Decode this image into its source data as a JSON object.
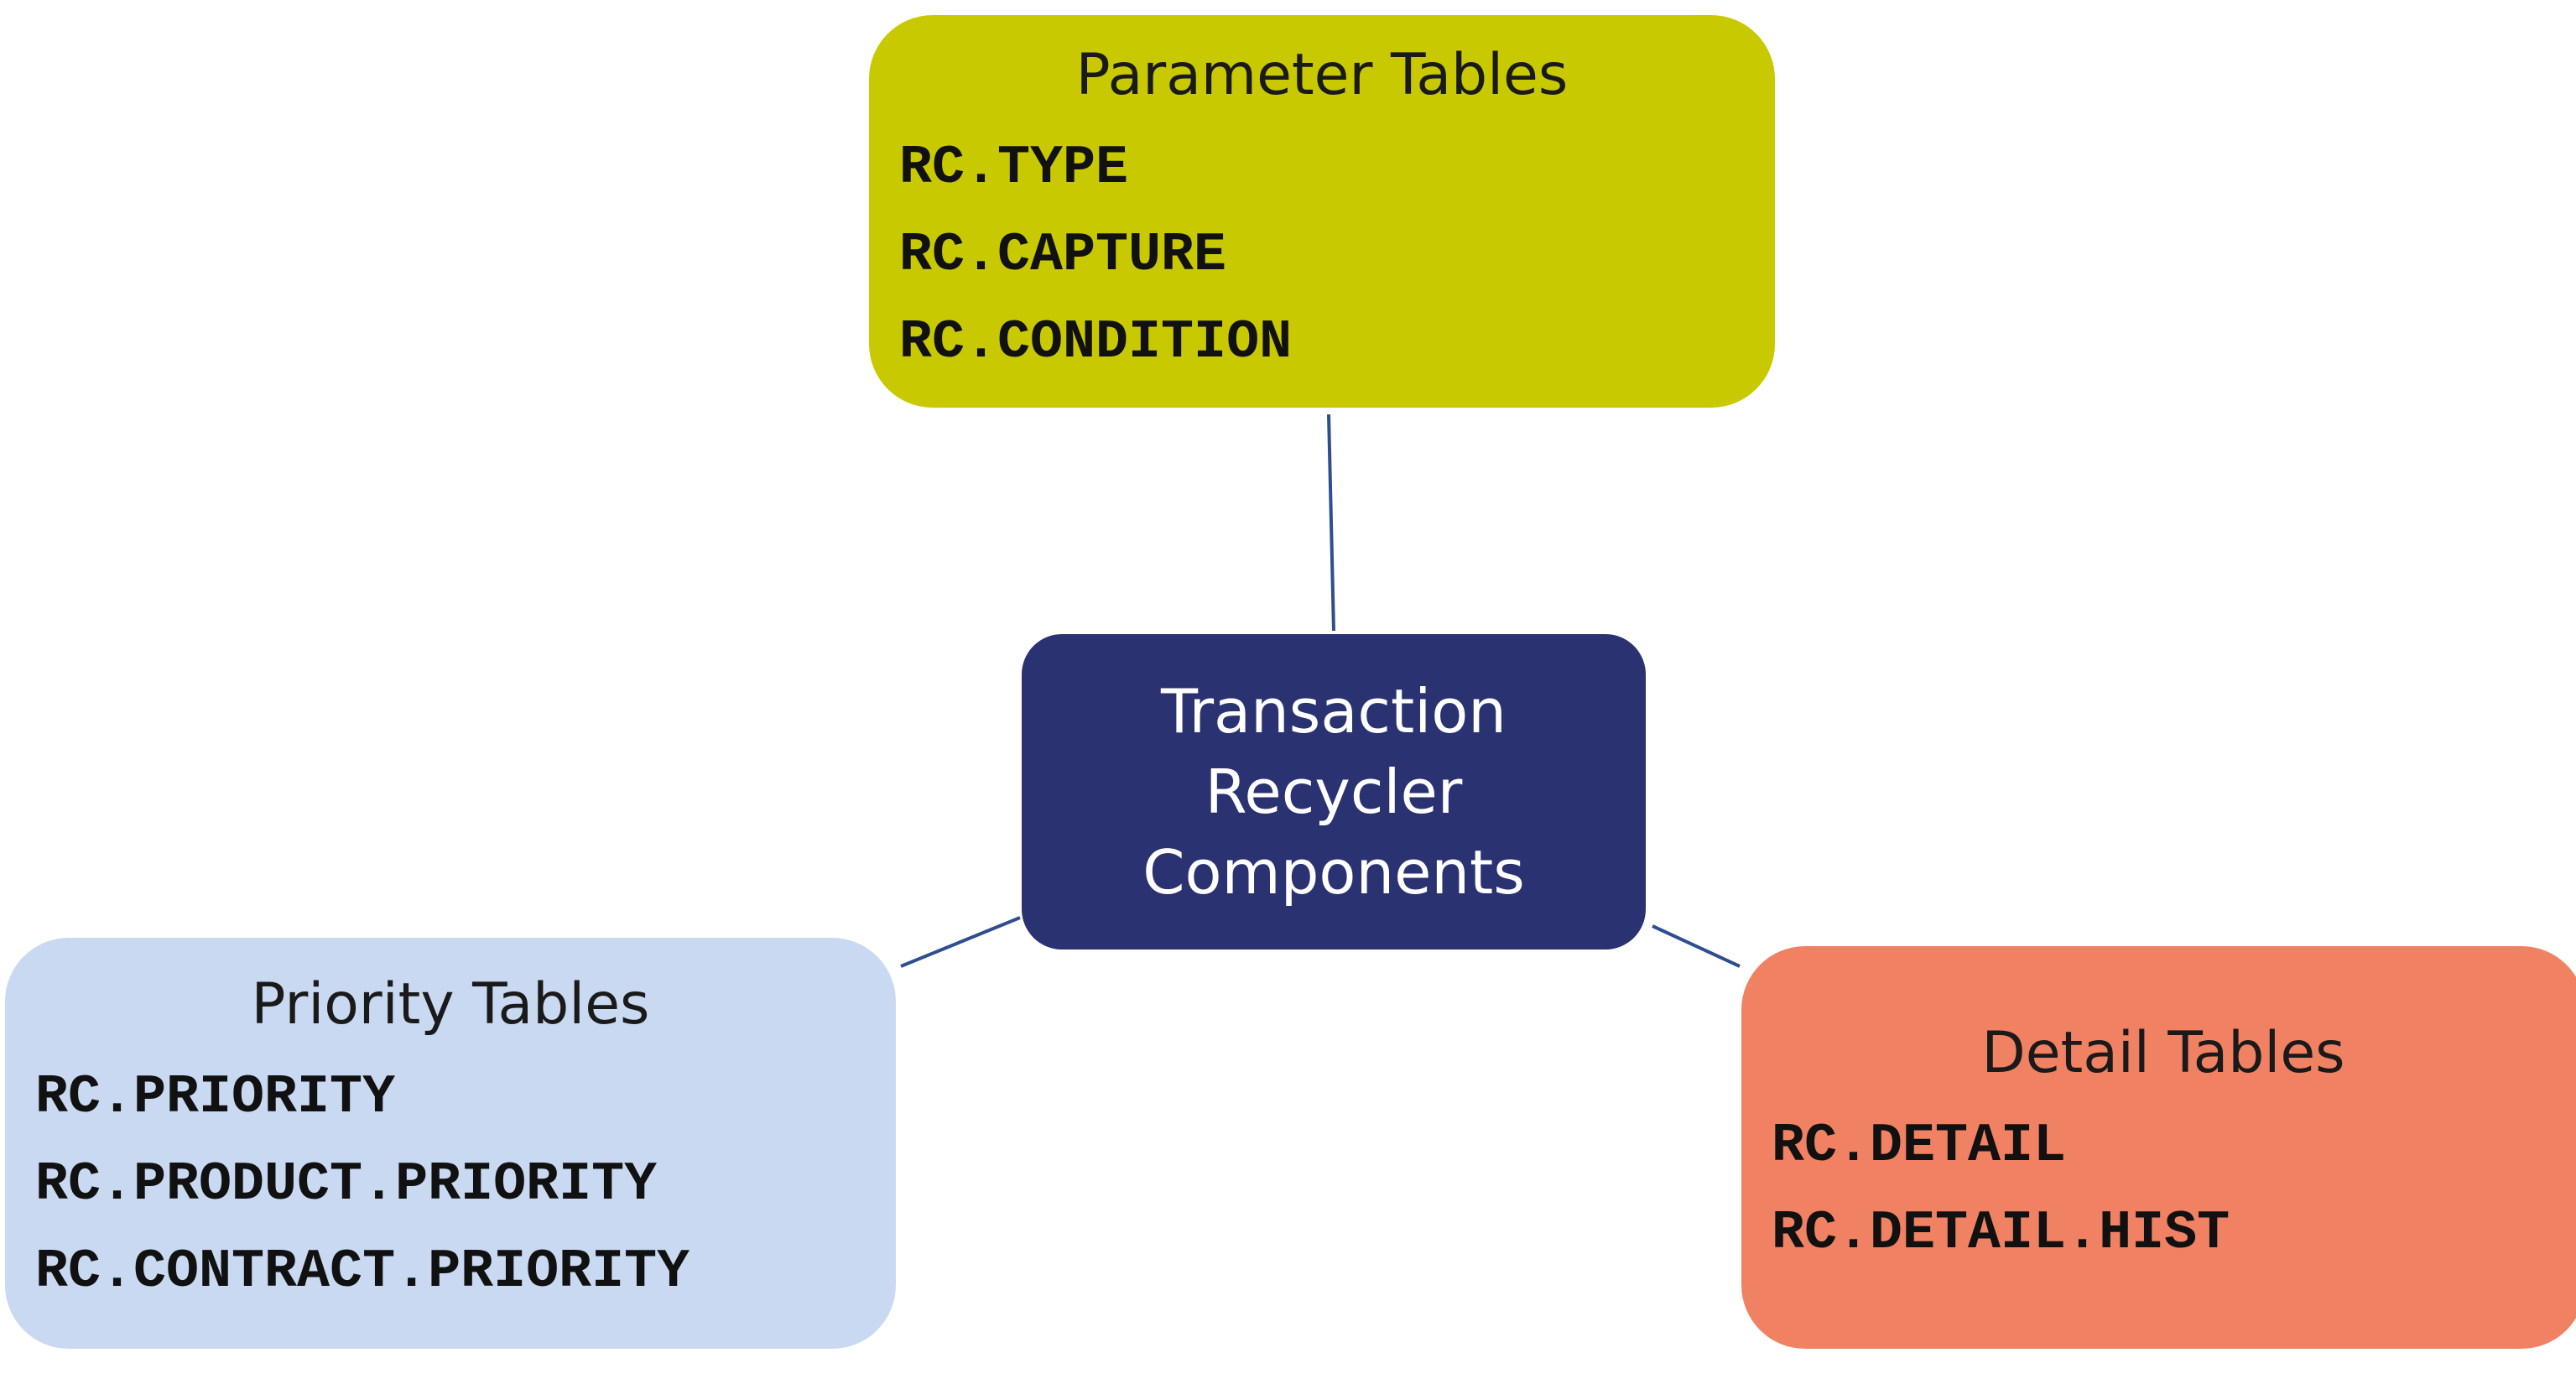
{
  "colors": {
    "center_fill": "#2b3272",
    "parameter_fill": "#c8c900",
    "priority_fill": "#c9d9f1",
    "detail_fill": "#f08163",
    "connector": "#2f4e8f"
  },
  "center": {
    "title": "Transaction Recycler Components"
  },
  "parameter": {
    "title": "Parameter Tables",
    "items": [
      "RC.TYPE",
      "RC.CAPTURE",
      "RC.CONDITION"
    ]
  },
  "priority": {
    "title": "Priority Tables",
    "items": [
      "RC.PRIORITY",
      "RC.PRODUCT.PRIORITY",
      "RC.CONTRACT.PRIORITY"
    ]
  },
  "detail": {
    "title": "Detail Tables",
    "items": [
      "RC.DETAIL",
      "RC.DETAIL.HIST"
    ]
  }
}
